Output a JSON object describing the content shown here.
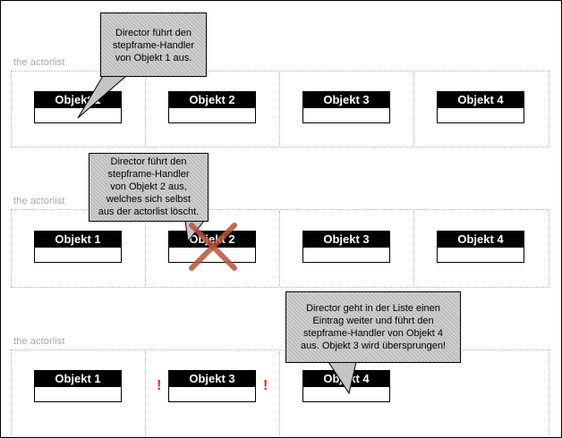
{
  "rows": [
    {
      "label": "the actorlist",
      "objects": [
        "Objekt 1",
        "Objekt 2",
        "Objekt 3",
        "Objekt 4"
      ]
    },
    {
      "label": "the actorlist",
      "objects": [
        "Objekt 1",
        "Objekt 2",
        "Objekt 3",
        "Objekt 4"
      ]
    },
    {
      "label": "the actorlist",
      "objects": [
        "Objekt 1",
        "Objekt 3",
        "Objekt 4"
      ],
      "markers": [
        "!",
        "!"
      ]
    }
  ],
  "callouts": [
    {
      "lines": [
        "Director führt den",
        "stepframe-Handler",
        "von Objekt 1 aus."
      ]
    },
    {
      "lines": [
        "Director führt den",
        "stepframe-Handler",
        "von Objekt 2 aus,",
        "welches sich selbst",
        "aus der actorlist löscht."
      ]
    },
    {
      "lines": [
        "Director geht in der Liste einen",
        "Eintrag weiter und führt den",
        "stepframe-Handler von Objekt 4",
        "aus. Objekt 3 wird übersprungen!"
      ]
    }
  ],
  "colors": {
    "label": "#a8a8a8",
    "callout_fill": "#cfcfcf",
    "delete_cross": "#b5523a",
    "marker": "#e02a1a"
  },
  "icons": {
    "delete": "delete-cross-icon"
  }
}
